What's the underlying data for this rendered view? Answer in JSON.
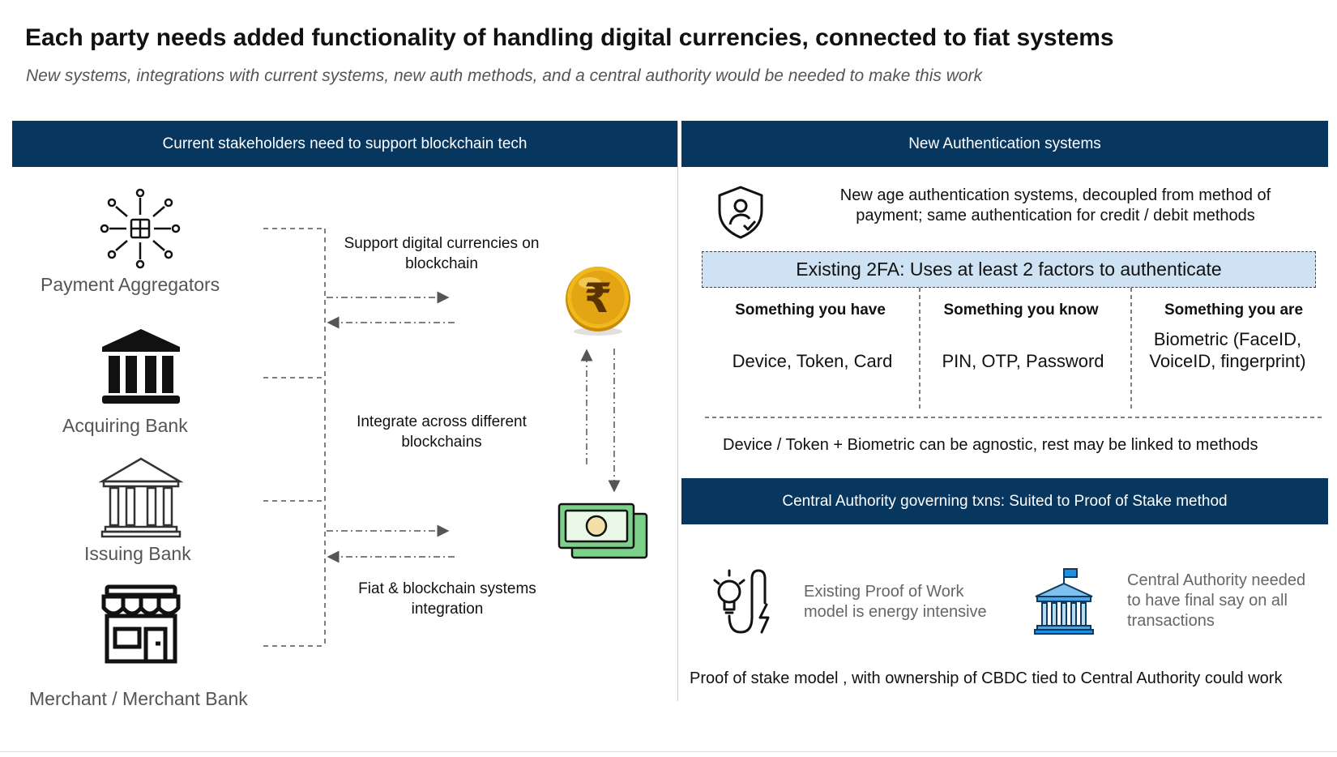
{
  "title": "Each party needs added functionality of handling digital currencies, connected to fiat systems",
  "subtitle": "New systems, integrations with current systems, new auth methods, and a central authority would be needed to make this work",
  "left_panel": {
    "header": "Current stakeholders need to support blockchain tech",
    "stakeholders": [
      {
        "label": "Payment Aggregators",
        "icon": "network-hub-icon"
      },
      {
        "label": "Acquiring Bank",
        "icon": "bank-building-icon"
      },
      {
        "label": "Issuing Bank",
        "icon": "bank-outline-icon"
      },
      {
        "label": "Merchant / Merchant Bank",
        "icon": "storefront-icon"
      }
    ],
    "flows": [
      "Support digital currencies on blockchain",
      "Integrate across different blockchains",
      "Fiat & blockchain systems integration"
    ],
    "coin_icon": "rupee-coin-icon",
    "cash_icon": "banknotes-icon"
  },
  "right_panel": {
    "auth_header": "New Authentication systems",
    "auth_description": "New age authentication systems, decoupled from method of payment; same authentication for credit / debit methods",
    "twofa_title": "Existing 2FA: Uses at least 2 factors to authenticate",
    "factors": [
      {
        "head": "Something you have",
        "value": "Device, Token, Card"
      },
      {
        "head": "Something you know",
        "value": "PIN, OTP, Password"
      },
      {
        "head": "Something you are",
        "value": "Biometric (FaceID, VoiceID, fingerprint)"
      }
    ],
    "factor_note": "Device / Token + Biometric can be agnostic, rest may be linked to methods",
    "authority_header": "Central Authority governing txns: Suited to Proof of Stake method",
    "pow_note": "Existing Proof of Work model is energy intensive",
    "authority_note": "Central Authority needed to have final say on all transactions",
    "bottom_note": "Proof of stake model , with ownership of CBDC tied to Central Authority could work"
  },
  "colors": {
    "header_bg": "#07365f",
    "twofa_bg": "#cfe2f3",
    "coin_gold": "#e0a413",
    "cash_green": "#7bd18a"
  }
}
